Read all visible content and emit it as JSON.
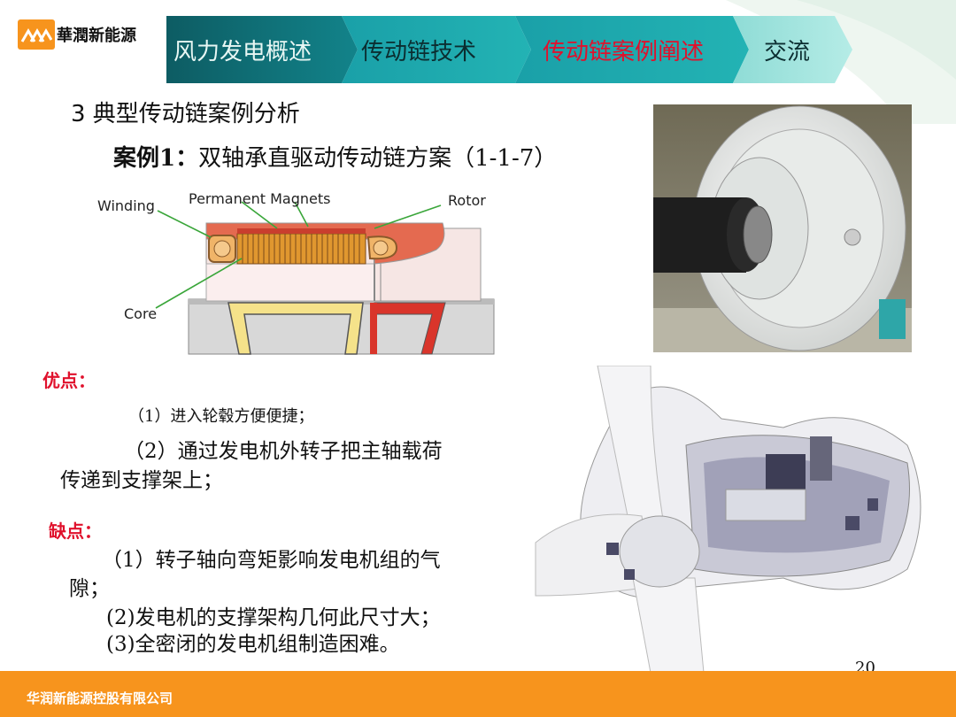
{
  "brand": {
    "name": "華潤新能源",
    "color": "#f7941d"
  },
  "nav": {
    "items": [
      {
        "label": "风力发电概述",
        "active": false
      },
      {
        "label": "传动链技术",
        "active": false
      },
      {
        "label": "传动链案例阐述",
        "active": true
      },
      {
        "label": "交流",
        "active": false
      }
    ],
    "colors": {
      "dark": "#0f6b72",
      "teal": "#1aa0a8",
      "light": "#9fe4de",
      "active_text": "#e0112c"
    }
  },
  "section_title": "3 典型传动链案例分析",
  "case": {
    "prefix": "案例1：",
    "title": "双轴承直驱动传动链方案（1-1-7）"
  },
  "diagram": {
    "labels": {
      "winding": "Winding",
      "magnets": "Permanent Magnets",
      "rotor": "Rotor",
      "core": "Core"
    }
  },
  "advantages": {
    "label": "优点：",
    "items": [
      "（1）进入轮毂方便便捷；",
      "（2）通过发电机外转子把主轴载荷",
      "传递到支撑架上；"
    ]
  },
  "disadvantages": {
    "label": "缺点：",
    "items": [
      "（1）转子轴向弯矩影响发电机组的气",
      "隙；",
      "(2)发电机的支撑架构几何此尺寸大；",
      "(3)全密闭的发电机组制造困难。"
    ]
  },
  "page_number": "20",
  "footer": {
    "company": "华润新能源控股有限公司"
  }
}
